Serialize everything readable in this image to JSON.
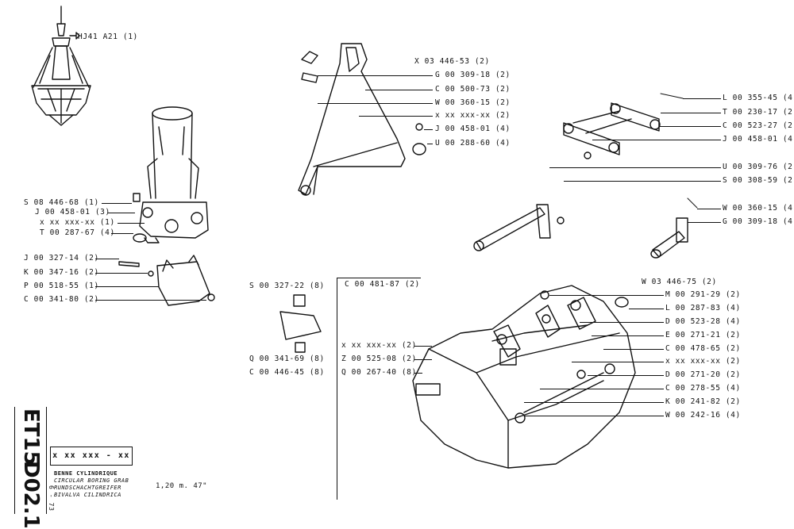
{
  "sheet": {
    "code_top": "ET15",
    "code_bottom": "D02.1",
    "date": "6 - 73",
    "ref_box": "x xx xxx - xx",
    "desc_fr": "BENNE CYLINDRIQUE",
    "desc_en": "CIRCULAR BORING GRAB",
    "desc_de": "RUNDSCHACHTGREIFER",
    "desc_it": "BIVALVA CILINDRICA",
    "size": "1,20 m.  47\""
  },
  "labels": {
    "top_left": "HJ41  A21 (1)",
    "a1": "S 08  446-68  (1)",
    "a2": "J 00  458-01  (3)",
    "a3": "x xx  xxx-xx  (1)",
    "a4": "T 00  287-67  (4)",
    "b1": "J 00  327-14  (2)",
    "b2": "K 00  347-16  (2)",
    "b3": "P 00  518-55  (1)",
    "b4": "C 00  341-80  (2)",
    "c1": "X 03  446-53  (2)",
    "c2": "G 00  309-18  (2)",
    "c3": "C 00  500-73  (2)",
    "c4": "W 00  360-15  (2)",
    "c5": "x xx  xxx-xx  (2)",
    "c6": "J 00  458-01  (4)",
    "c7": "U 00  288-60  (4)",
    "d1": "L 00  355-45  (4)",
    "d2": "T 00  230-17  (2)",
    "d3": "C 00  523-27  (2)",
    "d4": "J 00  458-01  (4)",
    "d5": "U 00  309-76  (2)",
    "d6": "S 00  308-59  (2)",
    "d7": "W 00  360-15  (4)",
    "d8": "G 00  309-18  (4)",
    "e1": "S 00  327-22  (8)",
    "e2": "Q 00  341-69  (8)",
    "e3": "C 00  446-45  (8)",
    "f0": "C 00  481-87  (2)",
    "f1": "W 03  446-75  (2)",
    "f2": "M 00  291-29  (2)",
    "f3": "L 00  287-83  (4)",
    "f4": "D 00  523-28  (4)",
    "f5": "E 00  271-21  (2)",
    "f6": "C 00  478-65  (2)",
    "f7": "x xx  xxx-xx  (2)",
    "f8": "D 00  271-20  (2)",
    "f9": "C 00  278-55  (4)",
    "f10": "K 00  241-82  (2)",
    "f11": "W 00  242-16  (4)",
    "g1": "x xx  xxx-xx  (2)",
    "g2": "Z 00  525-08  (2)",
    "g3": "Q 00  267-40  (8)"
  }
}
